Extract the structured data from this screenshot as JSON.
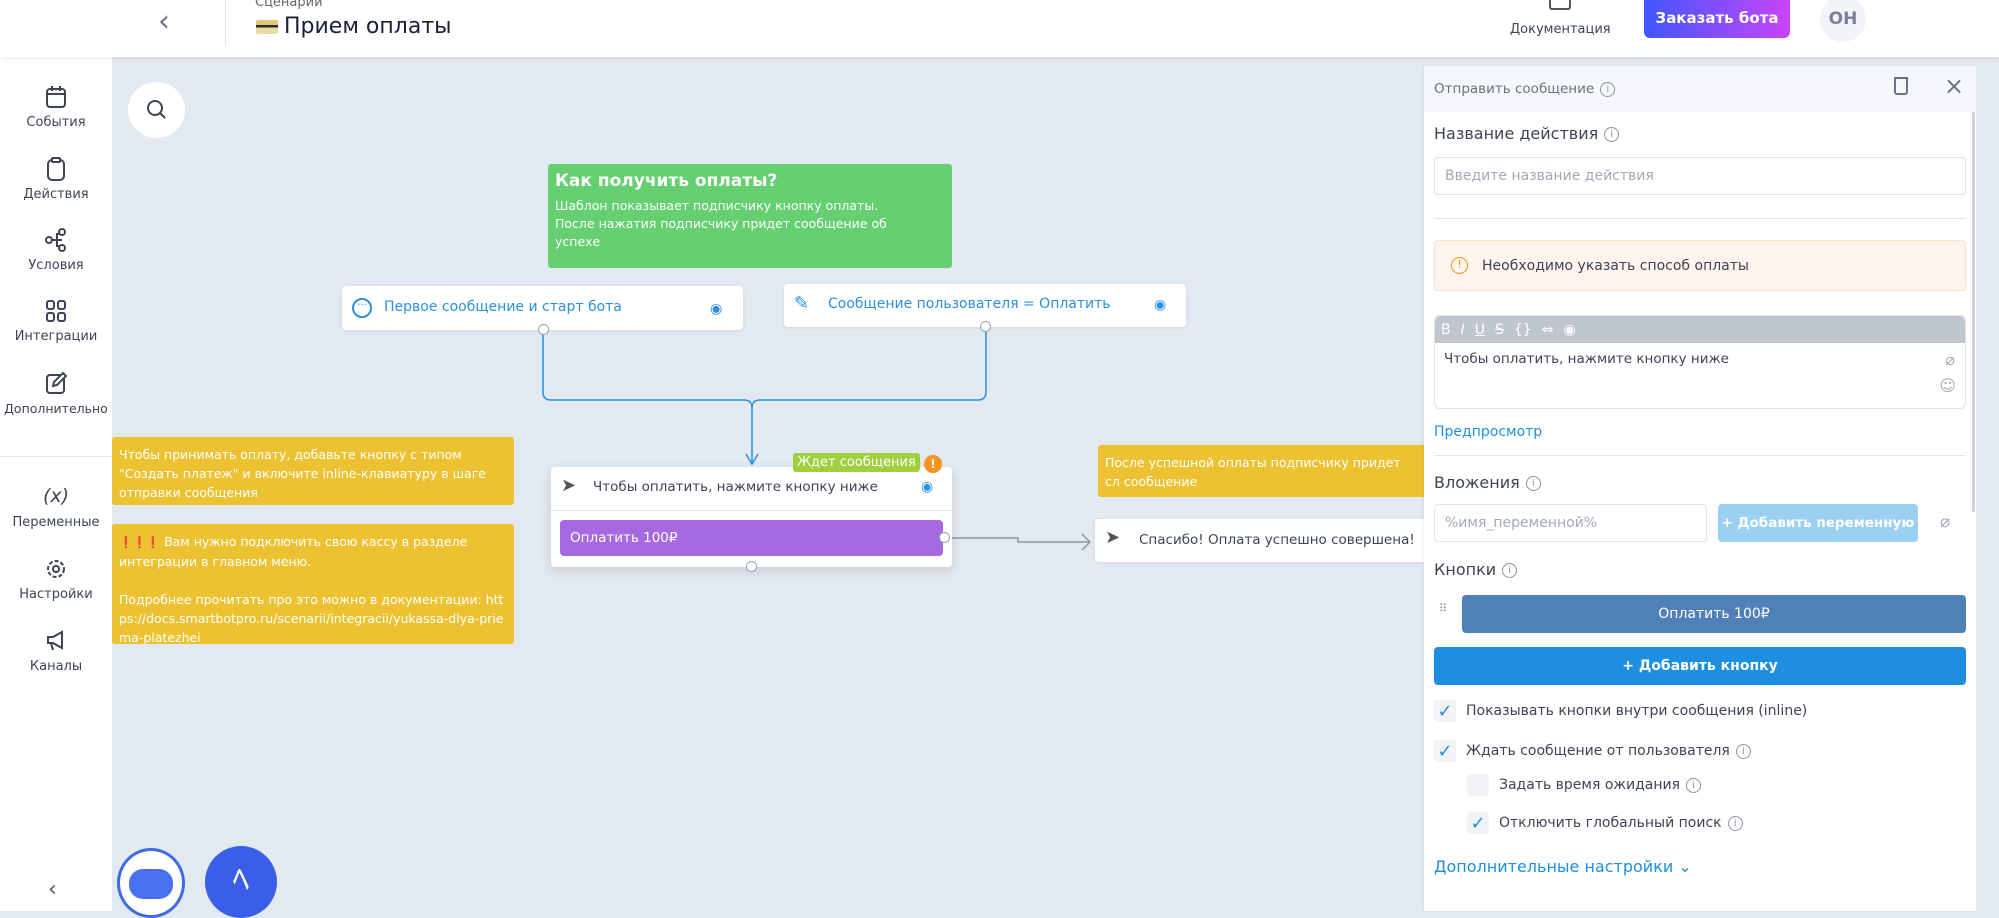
{
  "header": {
    "breadcrumb": "Сценарии",
    "title": "Прием оплаты",
    "docs_label": "Документация",
    "order_button": "Заказать бота",
    "avatar_initials": "OH"
  },
  "sidebar": {
    "items": [
      {
        "label": "События",
        "icon": "calendar-icon"
      },
      {
        "label": "Действия",
        "icon": "clipboard-icon"
      },
      {
        "label": "Условия",
        "icon": "branch-icon"
      },
      {
        "label": "Интеграции",
        "icon": "grid-icon"
      },
      {
        "label": "Дополнительно",
        "icon": "edit-icon"
      },
      {
        "label": "Переменные",
        "icon": "variable-icon"
      },
      {
        "label": "Настройки",
        "icon": "gear-icon"
      },
      {
        "label": "Каналы",
        "icon": "megaphone-icon"
      }
    ]
  },
  "canvas": {
    "green_note": {
      "title": "Как получить оплаты?",
      "text": "Шаблон показывает подписчику кнопку оплаты. После нажатия подписчику придет сообщение об успехе"
    },
    "trigger1": "Первое сообщение и старт бота",
    "trigger2": "Сообщение пользователя = Оплатить",
    "note1": "Чтобы принимать оплату, добавьте кнопку с типом \"Создать платеж\" и включите inline-клавиатуру в шаге отправки сообщения",
    "note2_marks": "❗❗❗",
    "note2_line1": "Вам нужно подключить свою кассу в разделе интеграции в главном меню.",
    "note2_line2": "Подробнее прочитать про это можно в документации: https://docs.smartbotpro.ru/scenarii/integracii/yukassa-dlya-priema-platezhei",
    "note3": "После успешной оплаты подписчику придет сл сообщение",
    "main_node": {
      "badge": "Ждет сообщения",
      "text": "Чтобы оплатить, нажмите кнопку ниже",
      "button": "Оплатить 100₽"
    },
    "thanks_node": "Спасибо! Оплата успешно совершена!"
  },
  "panel": {
    "title": "Отправить сообщение",
    "name_label": "Название действия",
    "name_placeholder": "Введите название действия",
    "warning": "Необходимо указать способ оплаты",
    "toolbar": [
      "B",
      "I",
      "U",
      "S",
      "{}",
      "⇔",
      "◉"
    ],
    "message": "Чтобы оплатить, нажмите кнопку ниже",
    "preview": "Предпросмотр",
    "attachments_label": "Вложения",
    "var_placeholder": "%имя_переменной%",
    "add_variable": "+ Добавить переменную",
    "buttons_label": "Кнопки",
    "button1": "Оплатить 100₽",
    "add_button": "+ Добавить кнопку",
    "checkboxes": [
      {
        "label": "Показывать кнопки внутри сообщения (inline)",
        "checked": true
      },
      {
        "label": "Ждать сообщение от пользователя",
        "checked": true
      },
      {
        "label": "Задать время ожидания",
        "checked": false
      },
      {
        "label": "Отключить глобальный поиск",
        "checked": true
      }
    ],
    "more_settings": "Дополнительные настройки"
  },
  "colors": {
    "accent": "#1e8fe0",
    "green_note": "#66cf72",
    "yellow_note": "#ecc232",
    "node_button": "#a769e0",
    "badge": "#9fcf3e",
    "warning_bg": "#fff5ee"
  }
}
